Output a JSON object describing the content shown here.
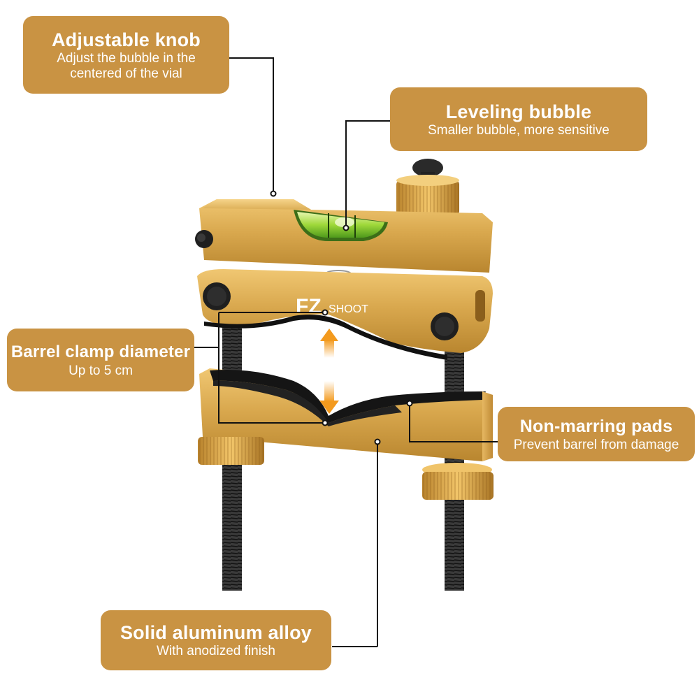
{
  "callouts": {
    "adjustable_knob": {
      "title": "Adjustable knob",
      "subtitle_line1": "Adjust the bubble in the",
      "subtitle_line2": "centered of the vial"
    },
    "leveling_bubble": {
      "title": "Leveling bubble",
      "subtitle": "Smaller bubble, more sensitive"
    },
    "barrel_clamp": {
      "title": "Barrel clamp diameter",
      "subtitle": "Up to 5 cm"
    },
    "non_marring_pads": {
      "title": "Non-marring pads",
      "subtitle": "Prevent barrel from damage"
    },
    "aluminum_alloy": {
      "title": "Solid aluminum alloy",
      "subtitle": "With anodized finish"
    }
  },
  "product": {
    "brand_logo": "FZ",
    "brand_text": "SHOOT"
  },
  "colors": {
    "label_bg": "#c99343",
    "label_text": "#ffffff",
    "gold_body": "#d9a84e",
    "leader_line": "#111111",
    "arrow": "#f39a1e",
    "vial_green": "#9fd83a"
  }
}
